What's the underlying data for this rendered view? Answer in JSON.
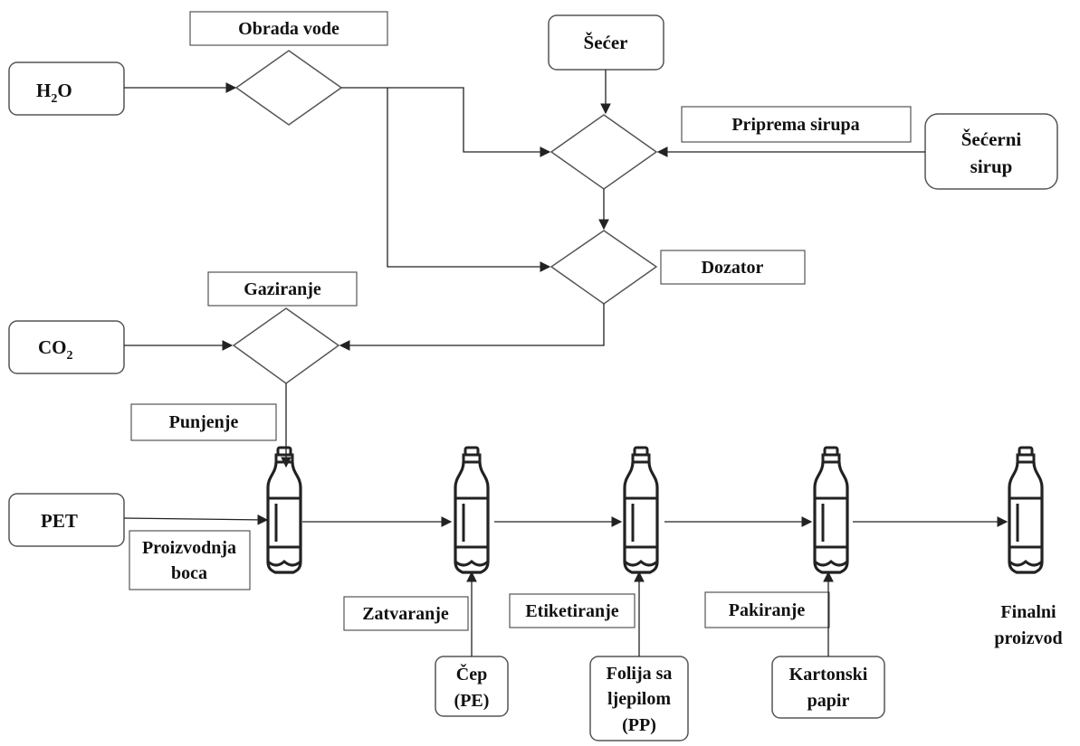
{
  "inputs": {
    "water": {
      "main": "H",
      "sub": "2",
      "tail": "O"
    },
    "sugar": "Šećer",
    "sugar_syrup": [
      "Šećerni",
      "sirup"
    ],
    "co2": {
      "main": "CO",
      "sub": "2"
    },
    "pet": "PET",
    "cap": [
      "Čep",
      "(PE)"
    ],
    "foil": [
      "Folija sa",
      "ljepilom",
      "(PP)"
    ],
    "cardboard": [
      "Kartonski",
      "papir"
    ]
  },
  "steps": {
    "water_treatment": "Obrada vode",
    "syrup_preparation": "Priprema sirupa",
    "dosing": "Dozator",
    "carbonation": "Gaziranje",
    "filling": "Punjenje",
    "bottle_production": [
      "Proizvodnja",
      "boca"
    ],
    "capping": "Zatvaranje",
    "labeling": "Etiketiranje",
    "packing": "Pakiranje"
  },
  "output": {
    "final_product": [
      "Finalni",
      "proizvod"
    ]
  },
  "colors": {
    "stroke": "#555555",
    "arrow": "#222222",
    "text": "#111111"
  }
}
